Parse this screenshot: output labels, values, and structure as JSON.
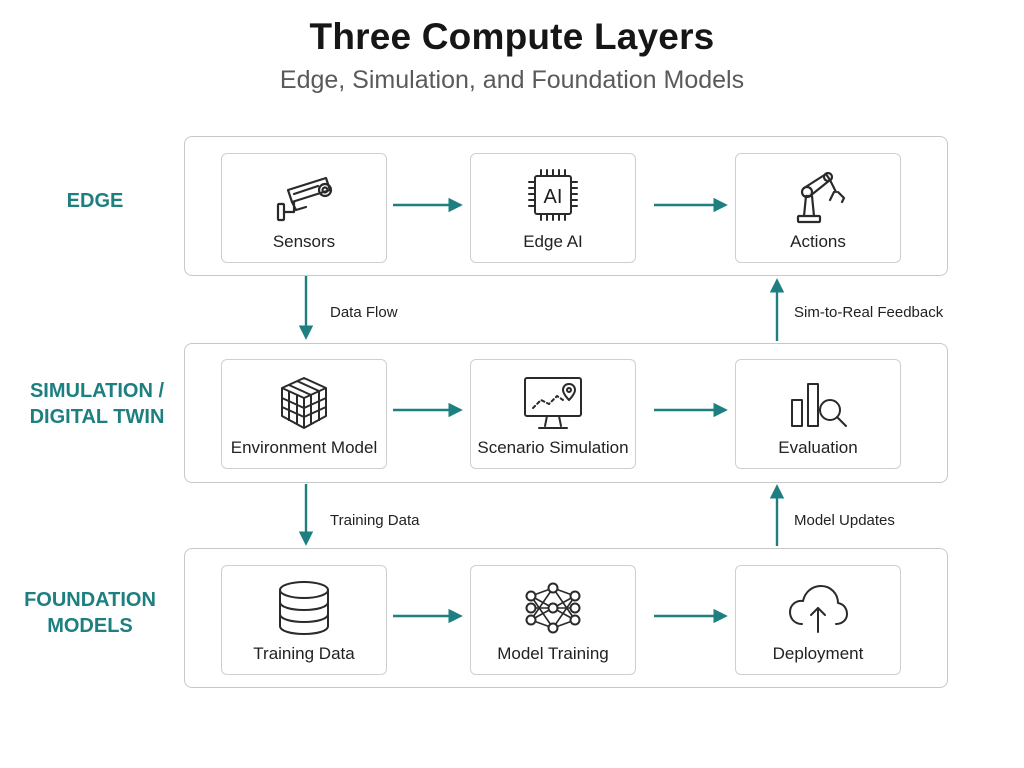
{
  "header": {
    "title": "Three Compute Layers",
    "subtitle": "Edge, Simulation, and Foundation Models"
  },
  "layers": [
    {
      "name_lines": [
        "EDGE"
      ],
      "nodes": [
        {
          "label": "Sensors",
          "icon": "camera-icon"
        },
        {
          "label": "Edge AI",
          "icon": "ai-chip-icon",
          "icon_text": "AI"
        },
        {
          "label": "Actions",
          "icon": "robot-arm-icon"
        }
      ]
    },
    {
      "name_lines": [
        "SIMULATION /",
        "DIGITAL TWIN"
      ],
      "nodes": [
        {
          "label": "Environment Model",
          "icon": "cube-icon"
        },
        {
          "label": "Scenario Simulation",
          "icon": "monitor-chart-icon"
        },
        {
          "label": "Evaluation",
          "icon": "bar-magnifier-icon"
        }
      ]
    },
    {
      "name_lines": [
        "FOUNDATION",
        "MODELS"
      ],
      "nodes": [
        {
          "label": "Training Data",
          "icon": "database-icon"
        },
        {
          "label": "Model Training",
          "icon": "neural-network-icon"
        },
        {
          "label": "Deployment",
          "icon": "cloud-upload-icon"
        }
      ]
    }
  ],
  "flows": {
    "data_flow": "Data Flow",
    "training_data": "Training Data",
    "sim_to_real": "Sim-to-Real Feedback",
    "model_updates": "Model Updates"
  },
  "colors": {
    "accent": "#1d7f80",
    "border": "#c8c8c8",
    "icon": "#2a2a2a"
  }
}
